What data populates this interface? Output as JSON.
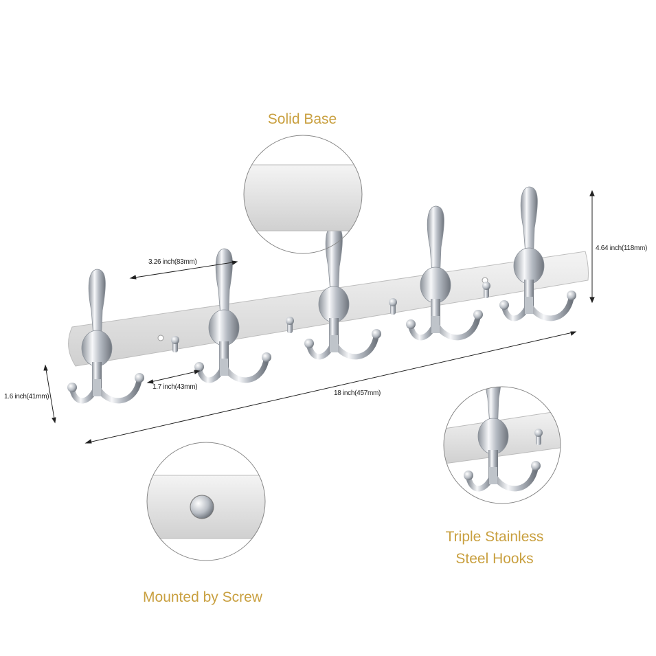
{
  "features": {
    "solid_base": "Solid Base",
    "mounted_by_screw": "Mounted by Screw",
    "triple_hooks_line1": "Triple Stainless",
    "triple_hooks_line2": "Steel Hooks"
  },
  "dimensions": {
    "hook_spacing": "3.26 inch(83mm)",
    "small_hook_gap": "1.7 inch(43mm)",
    "total_length": "18 inch(457mm)",
    "base_height": "1.6 inch(41mm)",
    "total_height": "4.64 inch(118mm)"
  },
  "colors": {
    "accent": "#c9a040",
    "plate": "#e6e6e6",
    "chrome": "#c8ccd2"
  }
}
